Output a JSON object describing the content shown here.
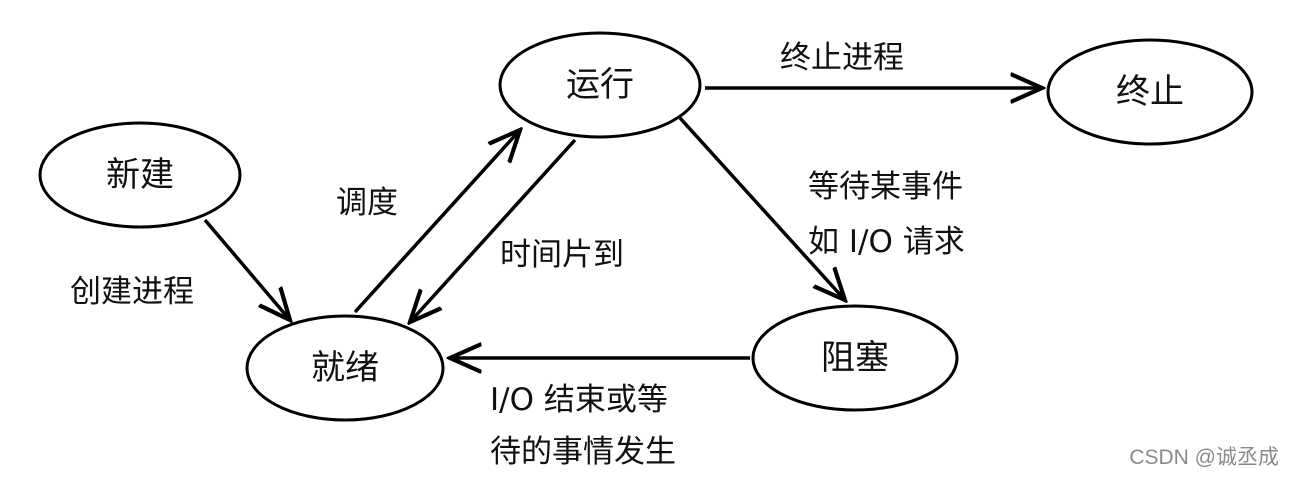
{
  "nodes": {
    "new": "新建",
    "ready": "就绪",
    "running": "运行",
    "blocked": "阻塞",
    "terminated": "终止"
  },
  "edges": {
    "create": "创建进程",
    "dispatch": "调度",
    "timeout": "时间片到",
    "terminate": "终止进程",
    "wait_line1": "等待某事件",
    "wait_line2": "如 I/O 请求",
    "io_done_line1": "I/O 结束或等",
    "io_done_line2": "待的事情发生"
  },
  "watermark": "CSDN @诚丞成",
  "colors": {
    "stroke": "#000000",
    "text": "#111111",
    "watermark": "#8a8a8a"
  }
}
